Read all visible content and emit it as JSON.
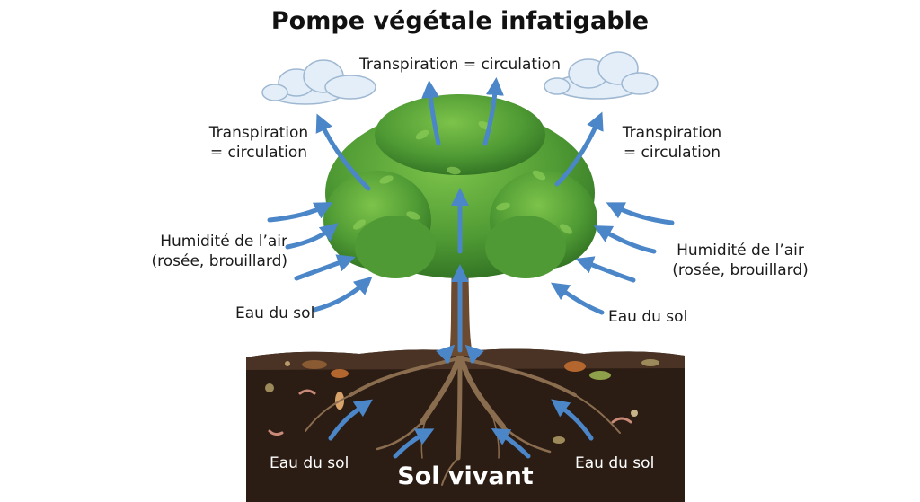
{
  "title": "Pompe végétale infatigable",
  "labels": {
    "top_center": "Transpiration = circulation",
    "left_upper_line1": "Transpiration",
    "left_upper_line2": "= circulation",
    "right_upper_line1": "Transpiration",
    "right_upper_line2": "= circulation",
    "left_mid_line1": "Humidité de l’air",
    "left_mid_line2": "(rosée, brouillard)",
    "right_mid_line1": "Humidité de l’air",
    "right_mid_line2": "(rosée, brouillard)",
    "left_lower": "Eau du sol",
    "right_lower": "Eau du sol",
    "soil_left": "Eau du sol",
    "soil_right": "Eau du sol",
    "soil_title": "Sol vivant"
  },
  "colors": {
    "arrow": "#4a86c8",
    "soil": "#2b1c14",
    "foliage": "#3f8a2c",
    "trunk": "#6b4a30"
  }
}
